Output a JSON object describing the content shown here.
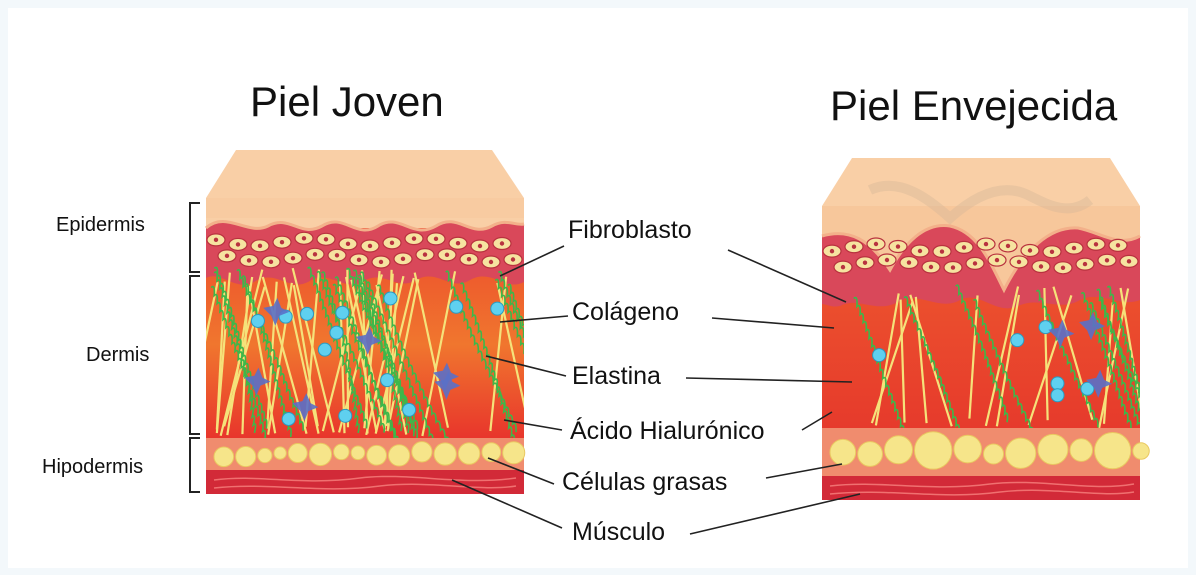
{
  "titles": {
    "young": "Piel Joven",
    "aged": "Piel Envejecida"
  },
  "layers": {
    "epidermis": "Epidermis",
    "dermis": "Dermis",
    "hypodermis": "Hipodermis"
  },
  "labels": {
    "fibroblast": "Fibroblasto",
    "collagen": "Colágeno",
    "elastin": "Elastina",
    "hyaluronic": "Ácido Hialurónico",
    "fat": "Células grasas",
    "muscle": "Músculo"
  },
  "colors": {
    "epidermis_top": "#f7c9a0",
    "basal_cells": "#d94a5c",
    "dermis": "#e8342c",
    "collagen": "#f5e27a",
    "elastin": "#3db84a",
    "hyaluronic": "#5fd0ef",
    "fibroblast": "#5a70c8",
    "fat": "#f6e58a",
    "muscle": "#d22a38"
  }
}
